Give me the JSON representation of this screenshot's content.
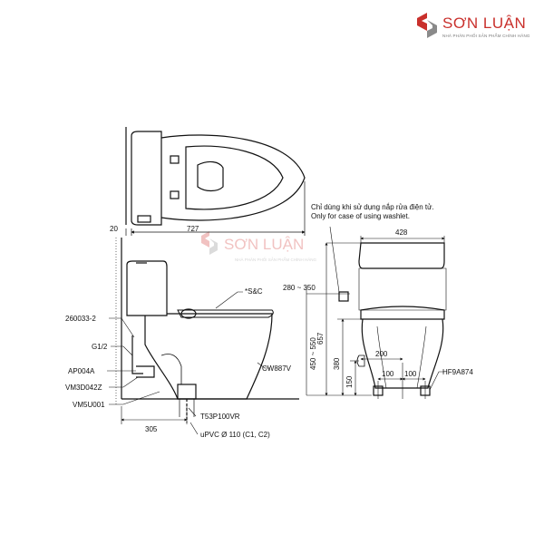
{
  "brand": {
    "name": "SƠN LUẬN",
    "tagline": "NHÀ PHÂN PHỐI SẢN PHẨM CHÍNH HÃNG",
    "watermark_name": "SƠN LUẬN",
    "watermark_tagline": "NHÀ PHÂN PHỐI SẢN PHẨM CHÍNH HÃNG",
    "accent_color": "#c9302c"
  },
  "top_view": {
    "dim_gap": "20",
    "dim_length": "727"
  },
  "side_view": {
    "part_260033": "260033-2",
    "part_g12": "G1/2",
    "part_ap004a": "AP004A",
    "part_vm3d": "VM3D042Z",
    "part_vm5u": "VM5U001",
    "part_sc": "*S&C",
    "part_cw887v": "CW887V",
    "part_t53": "T53P100VR",
    "part_upvc": "uPVC Ø 110 (C1, C2)",
    "dim_305": "305"
  },
  "front_view": {
    "note_vi": "Chỉ dùng khi sử dụng nắp rửa điện tử.",
    "note_en": "Only for case of using washlet.",
    "dim_428": "428",
    "dim_280_350": "280 ~ 350",
    "dim_657": "657",
    "dim_450_550": "450 ~ 550",
    "dim_380": "380",
    "dim_200": "200",
    "dim_100a": "100",
    "dim_100b": "100",
    "dim_150": "150",
    "part_hf9a874": "HF9A874"
  }
}
